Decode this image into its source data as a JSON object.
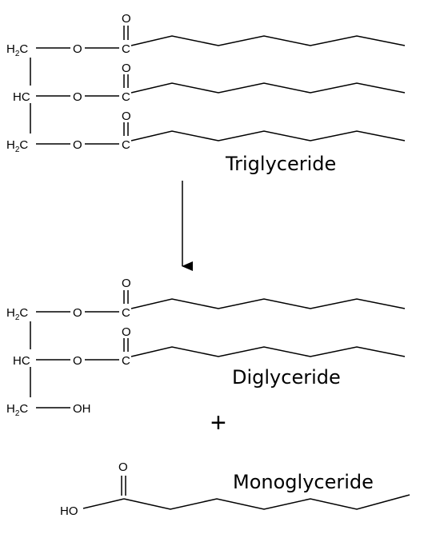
{
  "atoms": {
    "h2c_label": "H",
    "h2c_sub": "2",
    "h2c_c": "C",
    "hc": "HC",
    "o": "O",
    "c": "C",
    "oh": "OH",
    "ho": "HO"
  },
  "labels": {
    "triglyceride": "Triglyceride",
    "diglyceride": "Diglyceride",
    "plus": "+",
    "monoglyceride": "Monoglyceride"
  }
}
